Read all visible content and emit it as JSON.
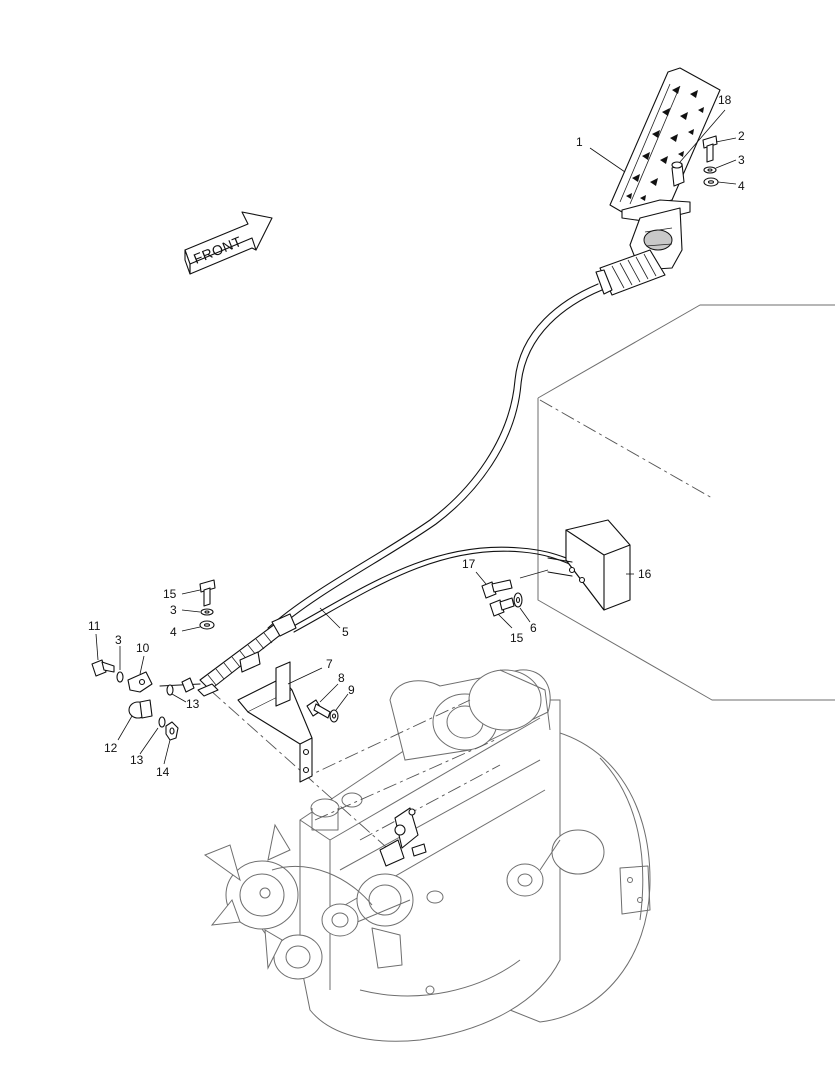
{
  "front_arrow": {
    "label": "FRONT"
  },
  "callouts": [
    {
      "id": "c1",
      "label": "1"
    },
    {
      "id": "c18",
      "label": "18"
    },
    {
      "id": "c2",
      "label": "2"
    },
    {
      "id": "c3a",
      "label": "3"
    },
    {
      "id": "c4a",
      "label": "4"
    },
    {
      "id": "c5",
      "label": "5"
    },
    {
      "id": "c15a",
      "label": "15"
    },
    {
      "id": "c3b",
      "label": "3"
    },
    {
      "id": "c4b",
      "label": "4"
    },
    {
      "id": "c11",
      "label": "11"
    },
    {
      "id": "c3c",
      "label": "3"
    },
    {
      "id": "c10",
      "label": "10"
    },
    {
      "id": "c13a",
      "label": "13"
    },
    {
      "id": "c12",
      "label": "12"
    },
    {
      "id": "c13b",
      "label": "13"
    },
    {
      "id": "c14",
      "label": "14"
    },
    {
      "id": "c7",
      "label": "7"
    },
    {
      "id": "c8",
      "label": "8"
    },
    {
      "id": "c9",
      "label": "9"
    },
    {
      "id": "c17",
      "label": "17"
    },
    {
      "id": "c15b",
      "label": "15"
    },
    {
      "id": "c6",
      "label": "6"
    },
    {
      "id": "c16",
      "label": "16"
    }
  ]
}
